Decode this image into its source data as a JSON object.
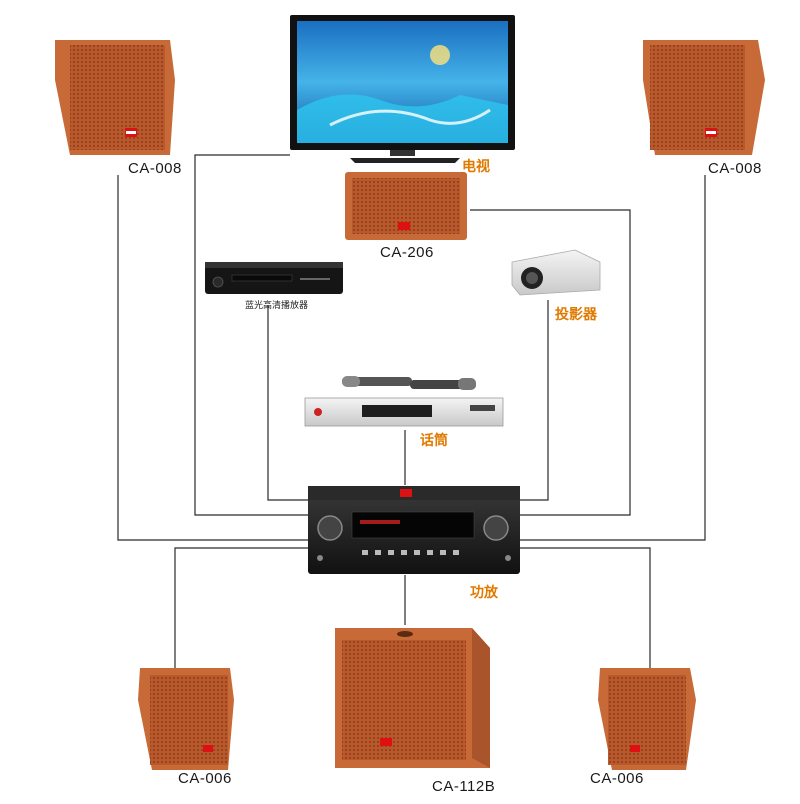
{
  "labels": {
    "speaker_top_left": "CA-008",
    "speaker_top_right": "CA-008",
    "center_speaker": "CA-206",
    "subwoofer": "CA-112B",
    "speaker_bottom_left": "CA-006",
    "speaker_bottom_right": "CA-006",
    "tv": "电视",
    "bluray": "蓝光高清播放器",
    "projector": "投影器",
    "microphone": "话筒",
    "amplifier": "功放"
  },
  "colors": {
    "wire": "#2a2a2a",
    "speaker_body": "#c96a3a",
    "speaker_grille": "#b5552a",
    "label_orange": "#e07a00"
  }
}
